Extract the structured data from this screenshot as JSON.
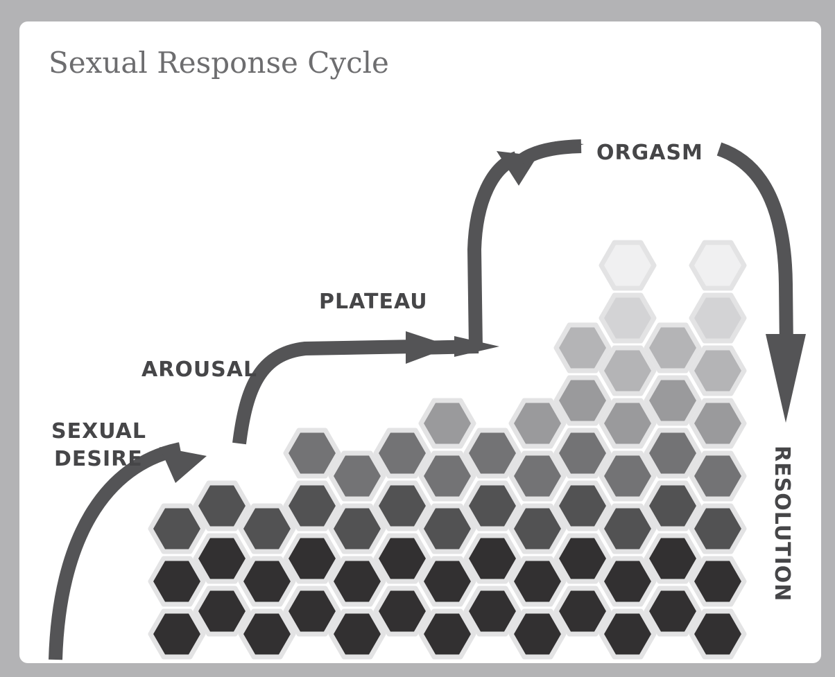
{
  "title": "Sexual Response Cycle",
  "stages": {
    "sexual_desire": [
      "SEXUAL",
      "DESIRE"
    ],
    "arousal": "AROUSAL",
    "plateau": "PLATEAU",
    "orgasm": "ORGASM",
    "resolution": "RESOLUTION"
  },
  "colors": {
    "frame": "#b3b3b5",
    "card": "#ffffff",
    "title": "#6d6d6f",
    "label": "#464648",
    "arrow": "#545456",
    "hex_outline": "#e3e3e4",
    "hex_shades": [
      "#323031",
      "#525253",
      "#737375",
      "#9a9a9c",
      "#b4b4b6",
      "#d3d3d5",
      "#e2e2e4",
      "#f0f0f1"
    ]
  }
}
